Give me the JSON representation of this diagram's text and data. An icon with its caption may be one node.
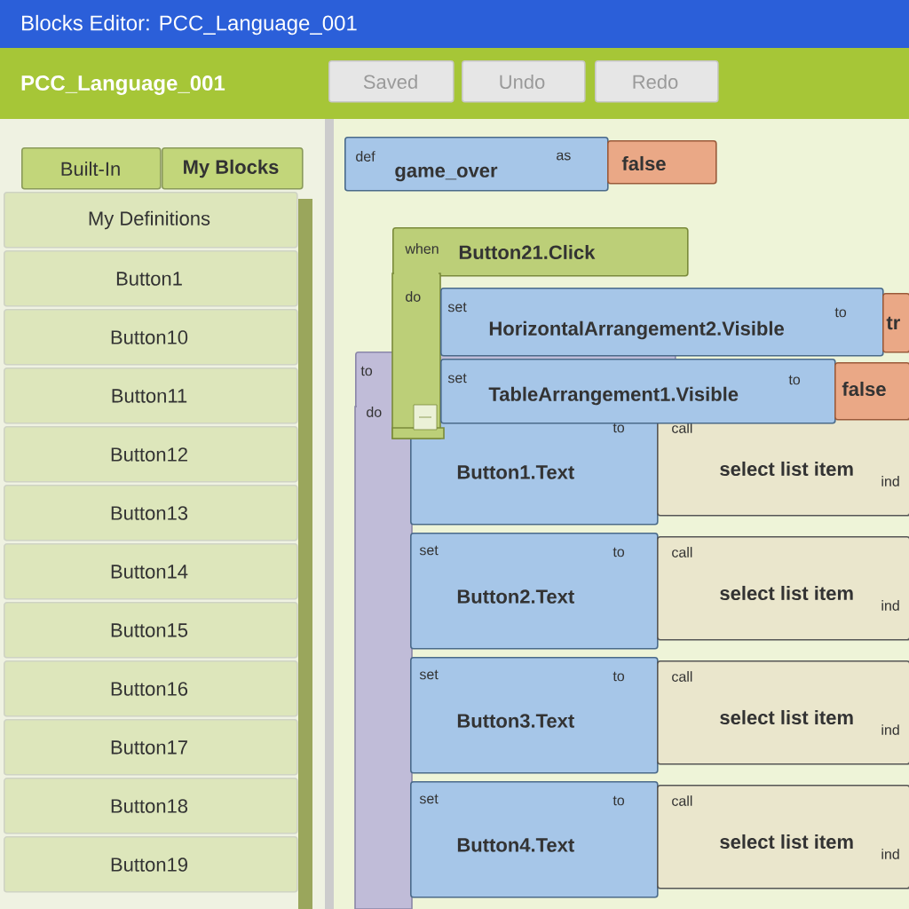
{
  "diagram": {
    "title": "Blocks Editor: PCC_Language_001",
    "nodes": [
      {
        "text": [
          "Saved"
        ]
      },
      {
        "text": [
          "Undo"
        ]
      },
      {
        "text": [
          "Redo"
        ]
      },
      {
        "text": [
          "Built-In"
        ]
      },
      {
        "text": [
          "My Blocks"
        ]
      },
      {
        "text": [
          "My Definitions"
        ]
      },
      {
        "text": [
          "Button1"
        ]
      },
      {
        "text": [
          "Button10"
        ]
      },
      {
        "text": [
          "Button11"
        ]
      },
      {
        "text": [
          "Button12"
        ]
      },
      {
        "text": [
          "Button13"
        ]
      },
      {
        "text": [
          "Button14"
        ]
      },
      {
        "text": [
          "Button15"
        ]
      },
      {
        "text": [
          "Button16"
        ]
      },
      {
        "text": [
          "Button17"
        ]
      },
      {
        "text": [
          "Button18"
        ]
      },
      {
        "text": [
          "Button19"
        ]
      },
      {
        "text": [
          "def",
          "game_over",
          "as"
        ]
      },
      {
        "text": [
          "false"
        ]
      },
      {
        "text": [
          "when",
          "Button21.Click",
          "do"
        ]
      },
      {
        "text": [
          "set",
          "HorizontalArrangement2.Visible",
          "to"
        ]
      },
      {
        "text": [
          "tr"
        ]
      },
      {
        "text": [
          "set",
          "TableArrangement1.Visible",
          "to"
        ]
      },
      {
        "text": [
          "false"
        ]
      },
      {
        "text": [
          "to",
          "do"
        ]
      },
      {
        "text": [
          "to",
          "Button1.Text"
        ],
        "in": 24
      },
      {
        "text": [
          "call",
          "select list item",
          "ind"
        ]
      },
      {
        "text": [
          "set",
          "to",
          "Button2.Text"
        ],
        "in": 24
      },
      {
        "text": [
          "call",
          "select list item",
          "ind"
        ]
      },
      {
        "text": [
          "set",
          "to",
          "Button3.Text"
        ],
        "in": 24
      },
      {
        "text": [
          "call",
          "select list item",
          "ind"
        ]
      },
      {
        "text": [
          "set",
          "to",
          "Button4.Text"
        ],
        "in": 24
      },
      {
        "text": [
          "call",
          "select list item",
          "ind"
        ]
      }
    ],
    "labels": [
      "PCC_Language_001"
    ]
  }
}
